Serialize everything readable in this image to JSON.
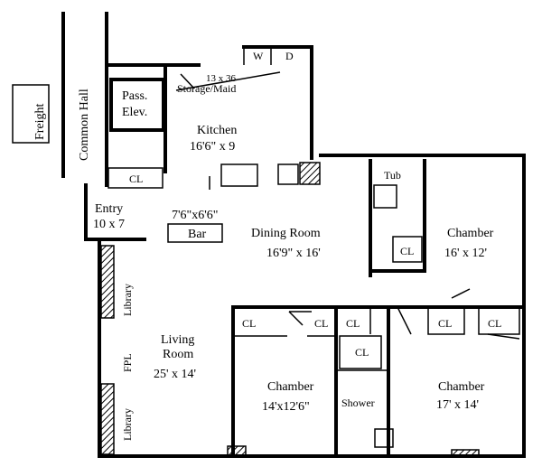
{
  "rooms": {
    "freight": "Freight",
    "common_hall": "Common Hall",
    "pass_elev_1": "Pass.",
    "pass_elev_2": "Elev.",
    "storage_size": "13 x 36",
    "storage_name": "Storage/Maid",
    "w_label": "W",
    "d_label": "D",
    "kitchen_name": "Kitchen",
    "kitchen_size": "16'6\" x 9",
    "cl_entry": "CL",
    "entry_name": "Entry",
    "entry_size": "10 x 7",
    "bar_size": "7'6\"x6'6\"",
    "bar_name": "Bar",
    "dining_name": "Dining Room",
    "dining_size": "16'9\" x 16'",
    "tub": "Tub",
    "chamber_ne_name": "Chamber",
    "chamber_ne_size": "16' x 12'",
    "cl_bath": "CL",
    "library_top": "Library",
    "fpl": "FPL",
    "library_bottom": "Library",
    "living_name_1": "Living",
    "living_name_2": "Room",
    "living_size": "25' x 14'",
    "cl_1": "CL",
    "cl_2": "CL",
    "cl_3": "CL",
    "cl_4": "CL",
    "cl_5": "CL",
    "cl_6": "CL",
    "chamber_mid_name": "Chamber",
    "chamber_mid_size": "14'x12'6\"",
    "shower": "Shower",
    "chamber_se_name": "Chamber",
    "chamber_se_size": "17' x 14'"
  }
}
